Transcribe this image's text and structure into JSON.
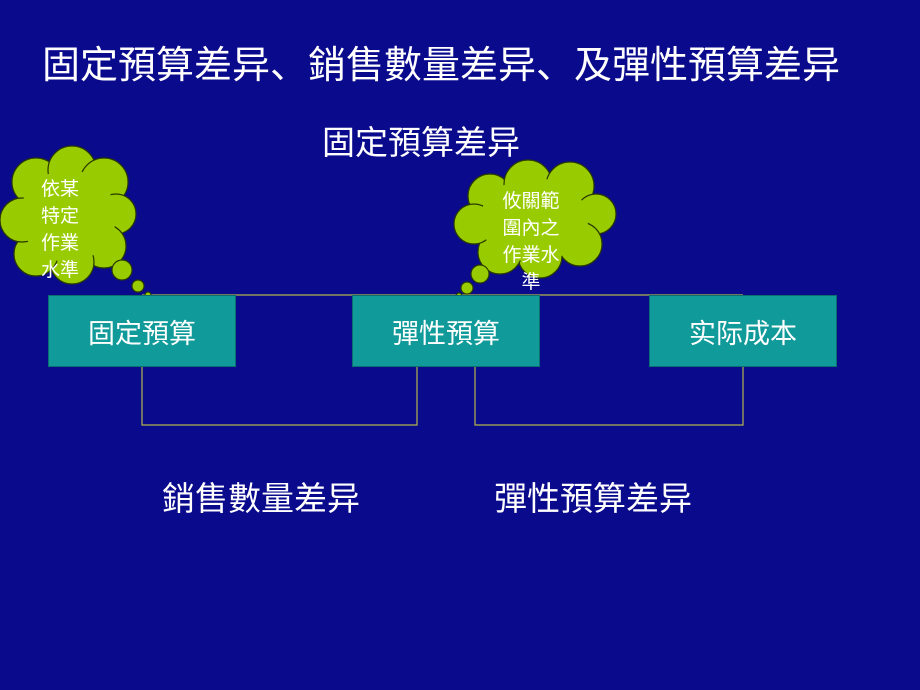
{
  "title": "固定預算差异、銷售數量差异、及彈性預算差异",
  "subtitle": "固定預算差异",
  "boxes": {
    "fixed_budget": "固定預算",
    "flexible_budget": "彈性預算",
    "actual_cost": "实际成本"
  },
  "variances": {
    "sales_volume": "銷售數量差异",
    "flexible_budget": "彈性預算差异"
  },
  "callouts": {
    "fixed": "依某\n特定\n作業\n水準",
    "flexible": "攸關範\n圍內之\n作業水\n準"
  },
  "colors": {
    "background": "#0a0a8c",
    "box_fill": "#119a9a",
    "cloud_fill": "#99cc00",
    "line": "#b5b54a"
  }
}
